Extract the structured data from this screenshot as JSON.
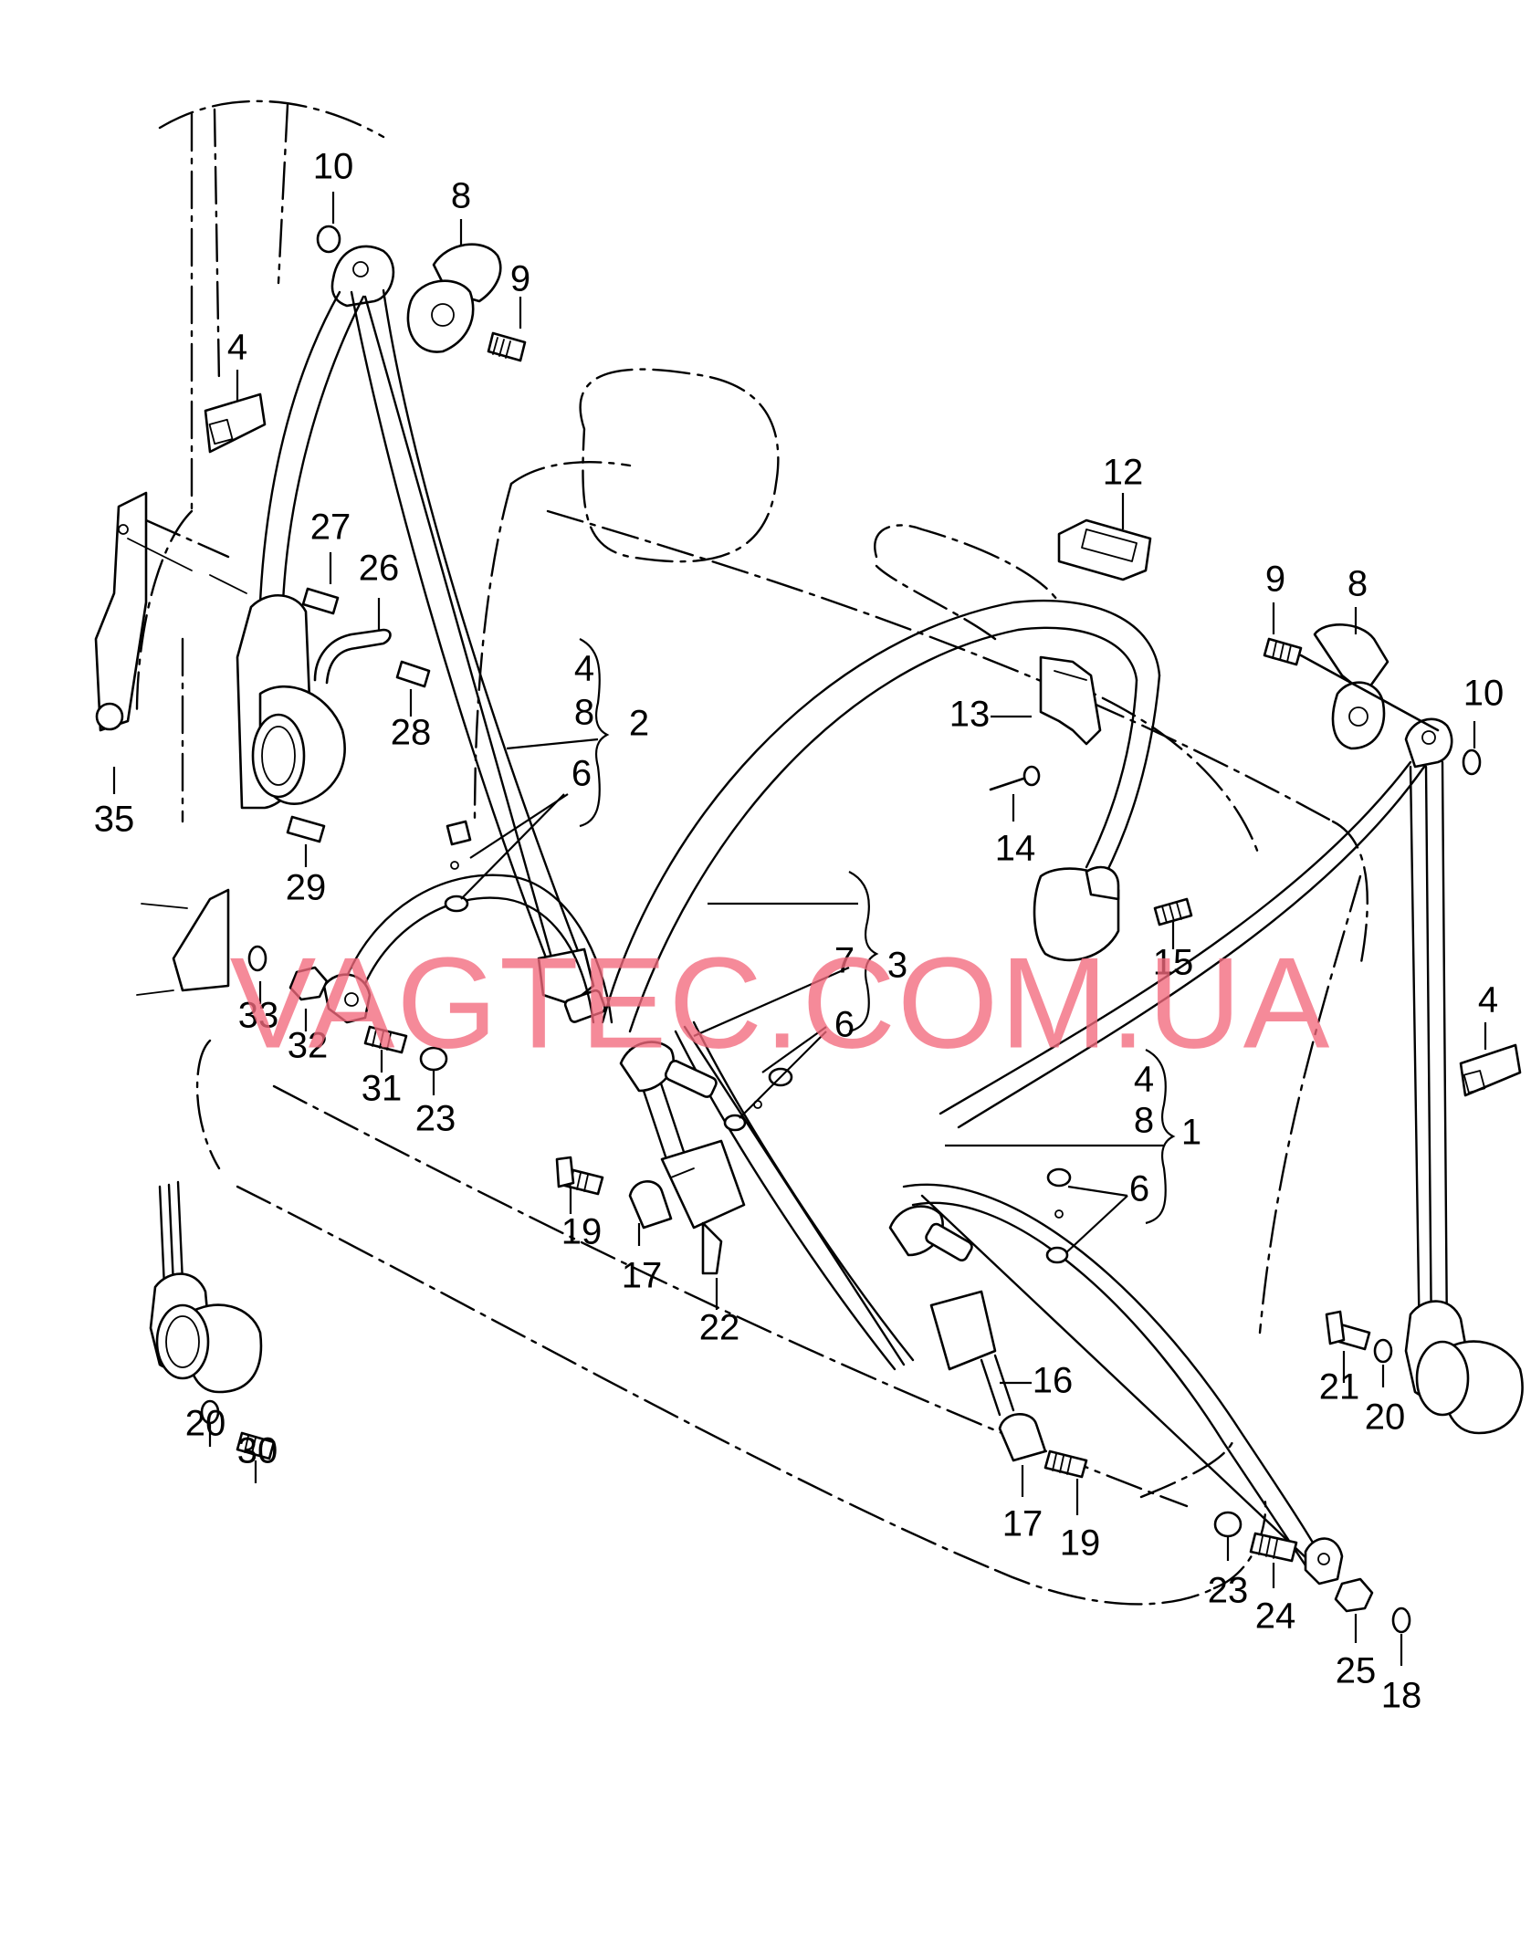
{
  "watermark": "VAGTEC.COM.UA",
  "callouts": {
    "c10a": "10",
    "c8a": "8",
    "c9a": "9",
    "c4a": "4",
    "c27": "27",
    "c26": "26",
    "c28": "28",
    "c35": "35",
    "c29": "29",
    "c4b": "4",
    "c8b": "8",
    "c2": "2",
    "c6a": "6",
    "c33": "33",
    "c32": "32",
    "c31": "31",
    "c23a": "23",
    "c19a": "19",
    "c17a": "17",
    "c22": "22",
    "c7": "7",
    "c6b": "6",
    "c3": "3",
    "c12": "12",
    "c13": "13",
    "c14": "14",
    "c15": "15",
    "c9b": "9",
    "c8c": "8",
    "c10b": "10",
    "c4c": "4",
    "c4d": "4",
    "c8d": "8",
    "c1": "1",
    "c6c": "6",
    "c16": "16",
    "c17b": "17",
    "c19b": "19",
    "c21": "21",
    "c20a": "20",
    "c20b": "20",
    "c30": "30",
    "c23b": "23",
    "c24": "24",
    "c25": "25",
    "c18": "18"
  }
}
